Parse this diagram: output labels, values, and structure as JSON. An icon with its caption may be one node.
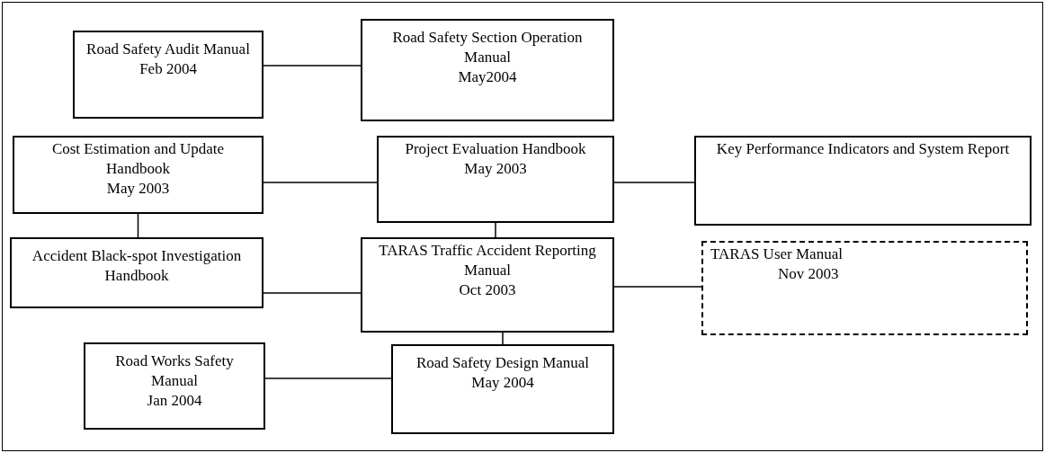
{
  "diagram": {
    "nodes": [
      {
        "text": [
          "Road Safety Audit Manual",
          "Feb 2004"
        ]
      },
      {
        "text": [
          "Road Safety Section Operation Manual",
          "May2004"
        ]
      },
      {
        "text": [
          "Cost Estimation and Update Handbook",
          "May 2003"
        ]
      },
      {
        "text": [
          "Project Evaluation Handbook",
          "May 2003"
        ]
      },
      {
        "text": [
          "Key Performance Indicators and System Report"
        ]
      },
      {
        "text": [
          "Accident Black-spot Investigation Handbook"
        ]
      },
      {
        "text": [
          "TARAS Traffic Accident Reporting Manual",
          "Oct 2003"
        ]
      },
      {
        "text": [
          "TARAS User Manual",
          "Nov 2003"
        ]
      },
      {
        "text": [
          "Road Works Safety Manual",
          "Jan 2004"
        ]
      },
      {
        "text": [
          "Road Safety Design Manual",
          "May 2004"
        ]
      }
    ],
    "edges": [
      {
        "from": 0,
        "to": 1,
        "arrow": "none"
      },
      {
        "from": 2,
        "to": 3,
        "arrow": "none"
      },
      {
        "from": 3,
        "to": 4,
        "arrow": "none"
      },
      {
        "from": 2,
        "to": 5,
        "arrow": "none"
      },
      {
        "from": 3,
        "to": 6,
        "arrow": "none"
      },
      {
        "from": 5,
        "to": 6,
        "arrow": "none"
      },
      {
        "from": 6,
        "to": 7,
        "arrow": "none"
      },
      {
        "from": 6,
        "to": 9,
        "arrow": "none"
      },
      {
        "from": 8,
        "to": 9,
        "arrow": "none"
      }
    ]
  }
}
